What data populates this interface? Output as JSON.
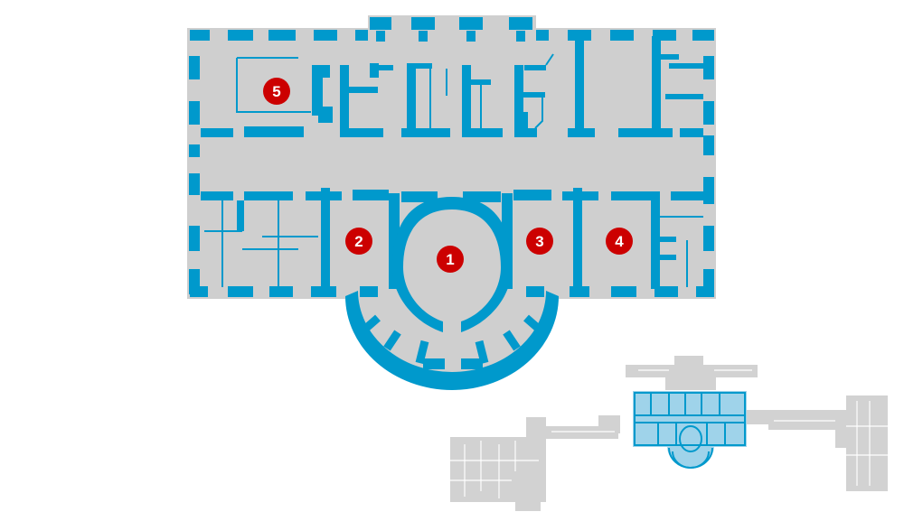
{
  "colors": {
    "floor": "#cfcfcf",
    "wall": "#0099cc",
    "marker": "#cc0000",
    "marker_text": "#ffffff",
    "minimap_gray": "#d2d2d2",
    "minimap_highlight": "#9fd3ea"
  },
  "markers": [
    {
      "id": "1",
      "label": "1",
      "room": "oval-rotunda"
    },
    {
      "id": "2",
      "label": "2",
      "room": "west-south-room"
    },
    {
      "id": "3",
      "label": "3",
      "room": "east-south-room"
    },
    {
      "id": "4",
      "label": "4",
      "room": "southeast-room"
    },
    {
      "id": "5",
      "label": "5",
      "room": "northwest-room"
    }
  ]
}
